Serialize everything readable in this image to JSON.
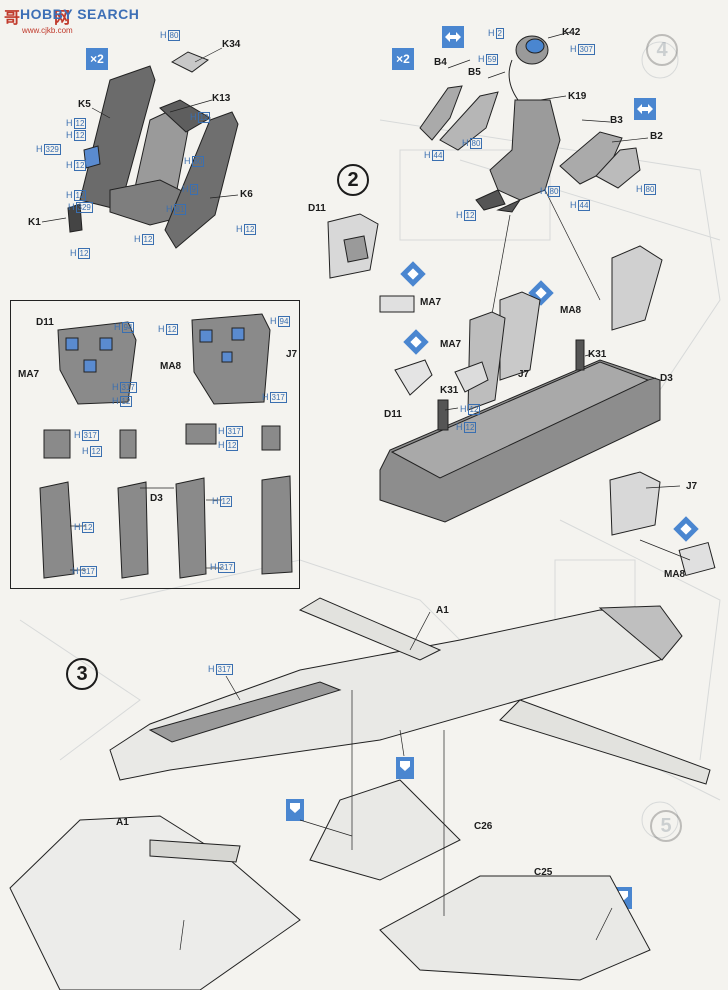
{
  "watermark": {
    "brand_cjk": "哥",
    "brand_cjk2": "网",
    "brand_latin": "HOBBY SEARCH",
    "url": "www.cjkb.com"
  },
  "steps": {
    "step2": "2",
    "step3": "3",
    "faint_right_top": "4",
    "faint_right_mid": "5"
  },
  "icons": {
    "x2_left": "×2",
    "x2_right": "×2",
    "diamond": "diamond-icon",
    "drill": "drill-icon",
    "flip": "flip-arrows-icon"
  },
  "parts": {
    "H80_a": "H",
    "K34": "K34",
    "K13": "K13",
    "K5": "K5",
    "K6": "K6",
    "K1": "K1",
    "K42": "K42",
    "B4": "B4",
    "B5": "B5",
    "K19": "K19",
    "B3": "B3",
    "B2": "B2",
    "D11": "D11",
    "MA7": "MA7",
    "MA8": "MA8",
    "J7": "J7",
    "K31": "K31",
    "D3": "D3",
    "A1": "A1",
    "C26": "C26",
    "C25": "C25"
  },
  "paint_codes": {
    "p80": "80",
    "p12": "12",
    "p329": "329",
    "p9": "9",
    "p81": "81",
    "p2": "2",
    "p307": "307",
    "p59": "59",
    "p44": "44",
    "p94": "94",
    "p317": "317"
  },
  "paint_prefix": "H"
}
